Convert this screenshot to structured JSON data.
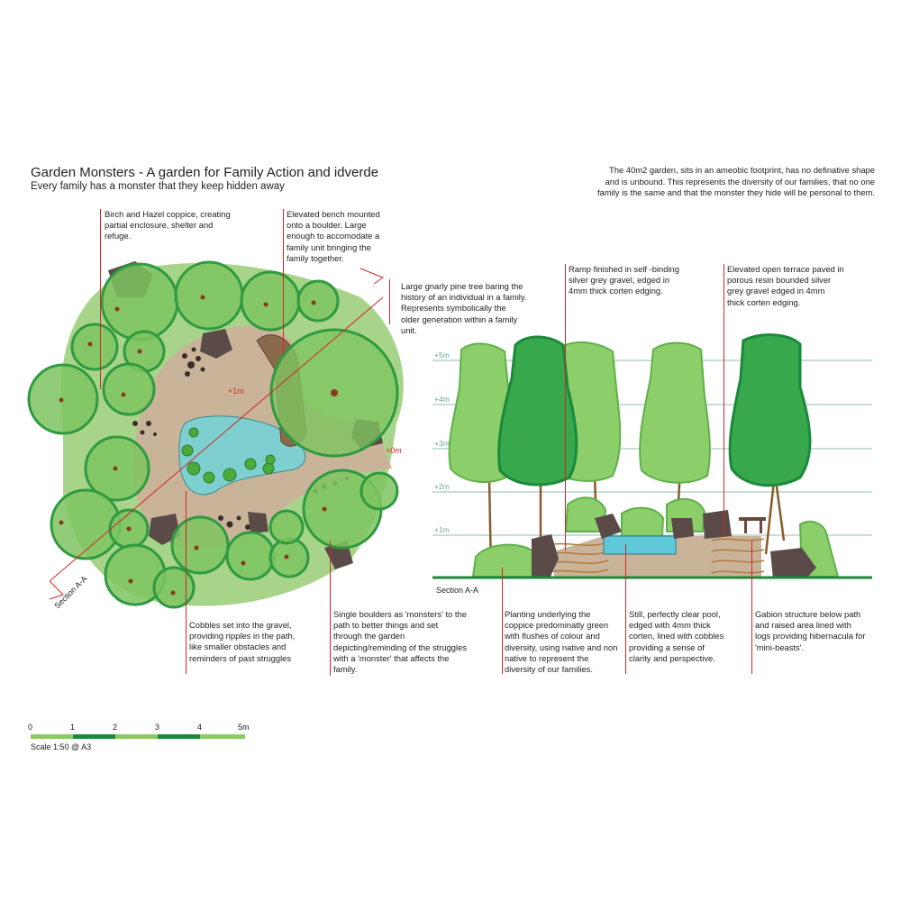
{
  "header": {
    "title": "Garden Monsters - A garden for Family Action and idverde",
    "subtitle": "Every family has a monster that they keep hidden away"
  },
  "intro_text": "The 40m2 garden, sits in an ameobic footprint, has no definative shape and is unbound. This represents the diversity of our families, that no one family is the same and that the monster they hide will be personal to them.",
  "annotations": {
    "coppice": "Birch and Hazel coppice, creating partial enclosure, shelter and refuge.",
    "bench": "Elevated bench mounted onto a boulder. Large enough to accomodate a family unit bringing the family together.",
    "pine": "Large gnarly pine tree baring the history of an individual in a family. Represents symbolically the older generation within a family unit.",
    "cobbles": "Cobbles set into the gravel, providing ripples in the path, like smaller obstacles and reminders of past struggles",
    "boulders": "Single boulders as 'monsters' to the path to better things and set through the garden depicting/reminding of the struggles with a 'monster' that affects the family.",
    "ramp": "Ramp finished in self -binding silver grey gravel, edged in 4mm thick corten edging.",
    "terrace": "Elevated open terrace paved in porous resin bounded silver grey gravel edged in 4mm thick corten edging.",
    "planting": "Planting underlying the coppice predominatly green with flushes of colour and diversity, using native and non native to represent the diversity of our families.",
    "pool": "Still, perfectly clear pool, edged with 4mm thick corten, lined with cobbles providing a sense of clarity and perspective.",
    "gabion": "Gabion structure below path and raised area lined with logs providing hibernacula for 'mini-beasts'."
  },
  "plan": {
    "level_high": "+1m",
    "level_low": "+0m",
    "section_label": "Section A-A"
  },
  "section": {
    "label": "Section A-A",
    "heights": [
      "+5m",
      "+4m",
      "+3m",
      "+2m",
      "+1m"
    ]
  },
  "scale_bar": {
    "ticks": [
      "0",
      "1",
      "2",
      "3",
      "4",
      "5m"
    ],
    "caption": "Scale 1:50 @ A3"
  },
  "colors": {
    "light_green": "#8bcb62",
    "dark_green": "#2fa24a",
    "outline_green": "#1a8a3a",
    "path": "#c9b49a",
    "pool": "#6cc7c9",
    "boulder": "#5a4a48",
    "leader": "#d6232a"
  }
}
